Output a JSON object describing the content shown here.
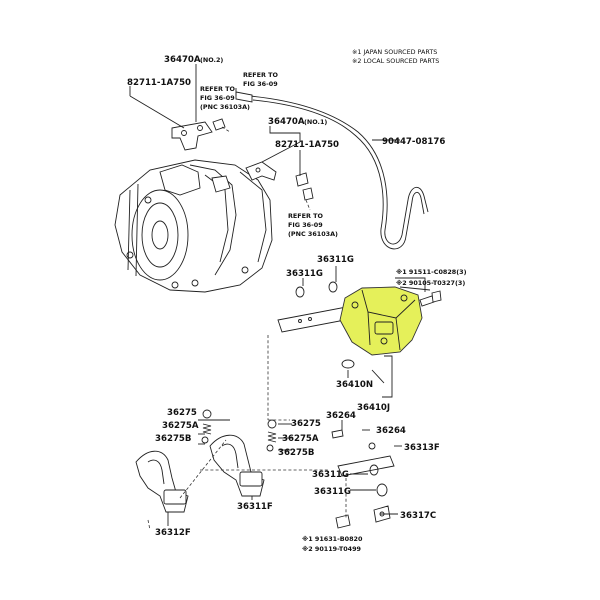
{
  "legend": {
    "japan": "※1 JAPAN SOURCED PARTS",
    "local": "※2 LOCAL SOURCED PARTS"
  },
  "labels": {
    "p36470a_no2_code": "36470A",
    "p36470a_no2_sub": "(NO.2)",
    "p82711_top": "82711-1A750",
    "refer1_l1": "REFER TO",
    "refer1_l2": "FIG 36-09",
    "refer2_l1": "REFER TO",
    "refer2_l2": "FIG 36-09",
    "refer2_l3": "(PNC 36103A)",
    "p36470a_no1_code": "36470A",
    "p36470a_no1_sub": "(NO.1)",
    "p90447": "90447-08176",
    "p82711_mid": "82711-1A750",
    "refer3_l1": "REFER TO",
    "refer3_l2": "FIG 36-09",
    "refer3_l3": "(PNC 36103A)",
    "p36311g_a": "36311G",
    "p36311g_b": "36311G",
    "p91511": "※1 91511-C0828(3)",
    "p90105": "※2 90105-T0327(3)",
    "p36410n": "36410N",
    "p36410j": "36410J",
    "p36275_l": "36275",
    "p36275a_l": "36275A",
    "p36275b_l": "36275B",
    "p36275_r": "36275",
    "p36275a_r": "36275A",
    "p36275b_r": "36275B",
    "p36264_a": "36264",
    "p36264_b": "36264",
    "p36313f": "36313F",
    "p36311g_c": "36311G",
    "p36311g_d": "36311G",
    "p36312f": "36312F",
    "p36311f": "36311F",
    "p36317c": "36317C",
    "p91631": "※1 91631-B0820",
    "p90119": "※2 90119-T0499"
  },
  "colors": {
    "highlight": "#e5f05a",
    "line": "#222222"
  }
}
